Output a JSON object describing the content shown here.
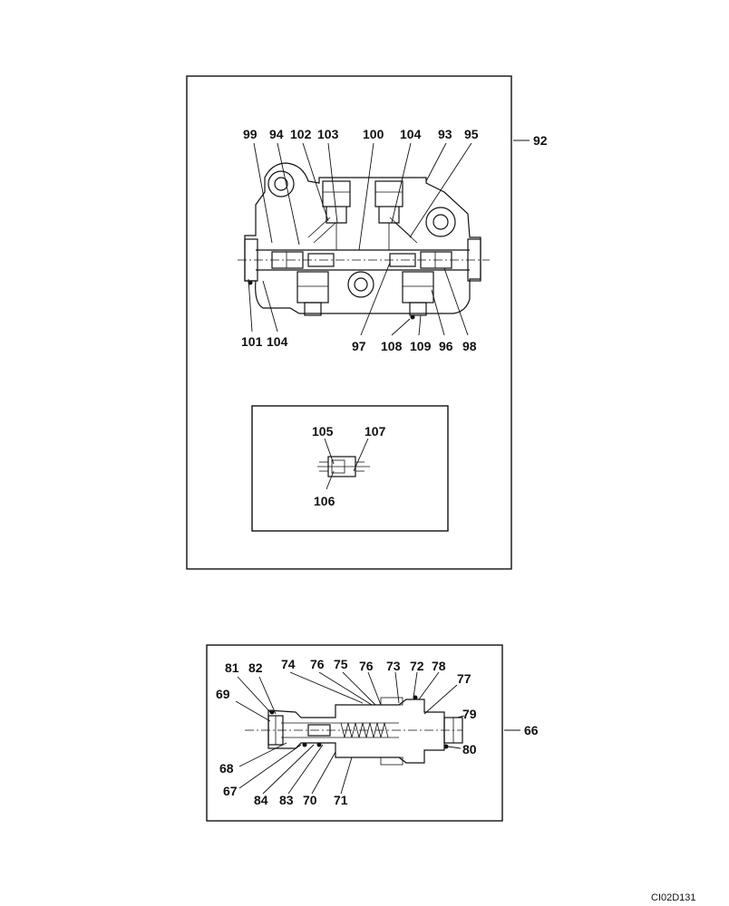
{
  "document_id": "CI02D131",
  "assemblies": [
    {
      "id": "upper",
      "ref": "92",
      "callouts": [
        "99",
        "94",
        "102",
        "103",
        "100",
        "104",
        "93",
        "95",
        "101",
        "104",
        "97",
        "108",
        "109",
        "96",
        "98"
      ],
      "detail_callouts": [
        "105",
        "107",
        "106"
      ]
    },
    {
      "id": "lower",
      "ref": "66",
      "callouts": [
        "81",
        "82",
        "74",
        "76",
        "75",
        "76",
        "73",
        "72",
        "78",
        "77",
        "69",
        "79",
        "68",
        "80",
        "67",
        "84",
        "83",
        "70",
        "71"
      ]
    }
  ]
}
